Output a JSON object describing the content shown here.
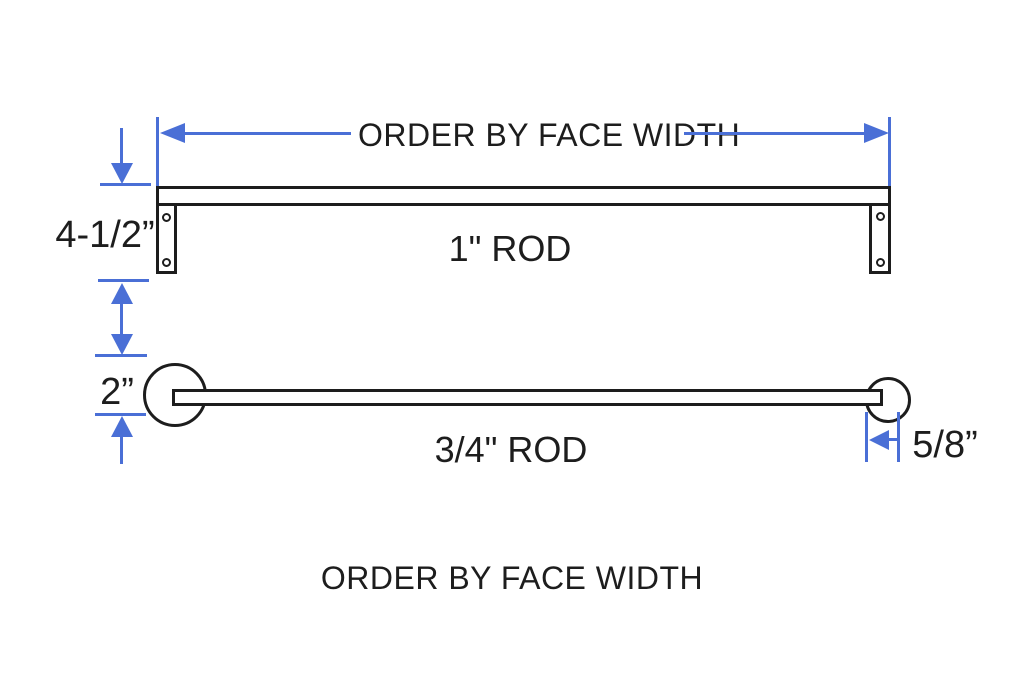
{
  "diagram": {
    "background_color": "#ffffff",
    "line_color": "#1d1d1d",
    "dimension_color": "#4a6fd6"
  },
  "top_assembly": {
    "face_width_label": "ORDER BY FACE WIDTH",
    "rod_label": "1\" ROD",
    "drop_dimension": "4-1/2”"
  },
  "bottom_assembly": {
    "rod_label": "3/4\" ROD",
    "flange_dimension": "2”",
    "setback_dimension": "5/8”"
  },
  "footer": {
    "title": "ORDER BY FACE WIDTH"
  }
}
